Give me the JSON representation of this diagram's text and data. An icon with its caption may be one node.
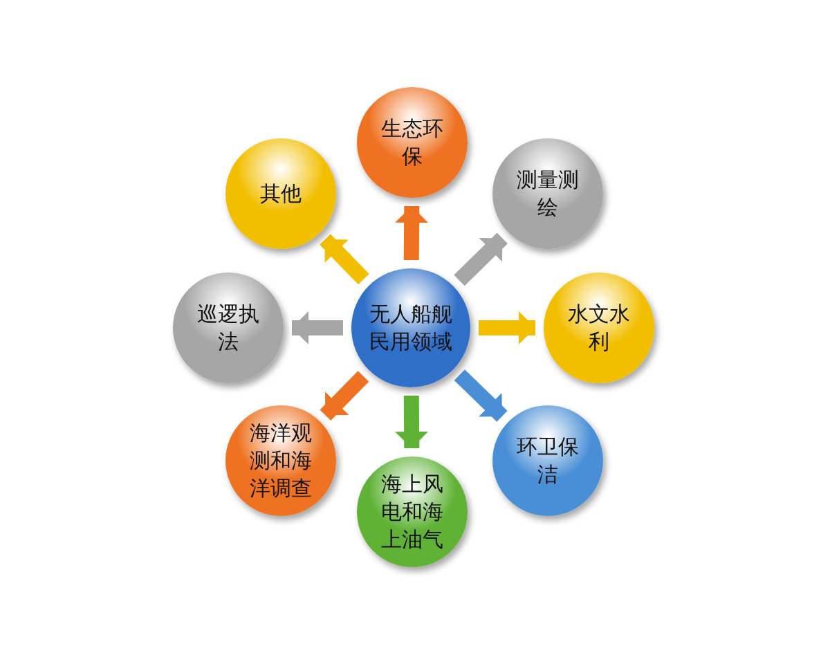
{
  "diagram": {
    "nodes": [
      {
        "text": [
          "无人船舰民用领域"
        ]
      },
      {
        "text": [
          "生态环保"
        ]
      },
      {
        "text": [
          "测量测绘"
        ]
      },
      {
        "text": [
          "水文水利"
        ]
      },
      {
        "text": [
          "环卫保洁"
        ]
      },
      {
        "text": [
          "海上风电和海上油气"
        ]
      },
      {
        "text": [
          "海洋观测和海洋调查"
        ]
      },
      {
        "text": [
          "巡逻执法"
        ]
      },
      {
        "text": [
          "其他"
        ]
      }
    ],
    "edges": [
      {
        "from": 0,
        "to": 1,
        "arrow": "to",
        "color": "#ee7222"
      },
      {
        "from": 0,
        "to": 2,
        "arrow": "to",
        "color": "#a6a6a6"
      },
      {
        "from": 0,
        "to": 3,
        "arrow": "to",
        "color": "#f2be00"
      },
      {
        "from": 0,
        "to": 4,
        "arrow": "to",
        "color": "#4a8fd6"
      },
      {
        "from": 0,
        "to": 5,
        "arrow": "to",
        "color": "#5fb236"
      },
      {
        "from": 0,
        "to": 6,
        "arrow": "to",
        "color": "#ee7222"
      },
      {
        "from": 0,
        "to": 7,
        "arrow": "to",
        "color": "#a6a6a6"
      },
      {
        "from": 0,
        "to": 8,
        "arrow": "to",
        "color": "#f2be00"
      }
    ]
  }
}
